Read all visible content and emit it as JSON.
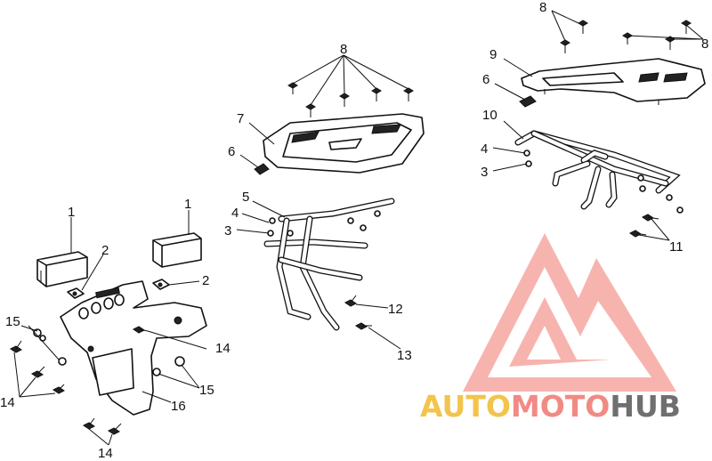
{
  "callouts": [
    {
      "id": "c1a",
      "text": "1"
    },
    {
      "id": "c1b",
      "text": "1"
    },
    {
      "id": "c2a",
      "text": "2"
    },
    {
      "id": "c2b",
      "text": "2"
    },
    {
      "id": "c3a",
      "text": "3"
    },
    {
      "id": "c3b",
      "text": "3"
    },
    {
      "id": "c4a",
      "text": "4"
    },
    {
      "id": "c4b",
      "text": "4"
    },
    {
      "id": "c5",
      "text": "5"
    },
    {
      "id": "c6a",
      "text": "6"
    },
    {
      "id": "c6b",
      "text": "6"
    },
    {
      "id": "c7",
      "text": "7"
    },
    {
      "id": "c8a",
      "text": "8"
    },
    {
      "id": "c8b",
      "text": "8"
    },
    {
      "id": "c8c",
      "text": "8"
    },
    {
      "id": "c9",
      "text": "9"
    },
    {
      "id": "c10",
      "text": "10"
    },
    {
      "id": "c11",
      "text": "11"
    },
    {
      "id": "c12",
      "text": "12"
    },
    {
      "id": "c13",
      "text": "13"
    },
    {
      "id": "c14a",
      "text": "14"
    },
    {
      "id": "c14b",
      "text": "14"
    },
    {
      "id": "c14c",
      "text": "14"
    },
    {
      "id": "c15a",
      "text": "15"
    },
    {
      "id": "c15b",
      "text": "15"
    },
    {
      "id": "c16",
      "text": "16"
    }
  ],
  "watermark": {
    "part1": "AUTO",
    "part2": "MOTO",
    "part3": "HUB",
    "colors": {
      "auto": "#f2c44b",
      "moto": "#f28a84",
      "hub": "#6f6f6f",
      "logo": "#f5a09a"
    }
  }
}
